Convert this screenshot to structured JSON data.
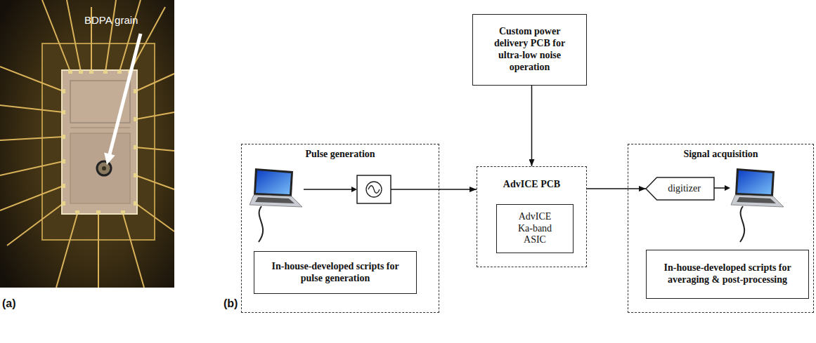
{
  "diagram": {
    "nodes": [
      {
        "text": [
          "Pulse generation"
        ]
      },
      {
        "text": [
          "In-house-developed scripts for pulse generation"
        ],
        "in": 0
      },
      {
        "text": [
          "Custom power delivery PCB for ultra-low noise operation"
        ]
      },
      {
        "text": [
          "AdvICE PCB"
        ]
      },
      {
        "text": [
          "AdvICE Ka-band ASIC"
        ],
        "in": 3
      },
      {
        "text": [
          "Signal acquisition"
        ]
      },
      {
        "text": [
          "digitizer"
        ],
        "in": 5
      },
      {
        "text": [
          "In-house-developed scripts for averaging & post-processing"
        ],
        "in": 5
      }
    ],
    "edges": [
      {
        "from": 0,
        "to": 3,
        "arrow": "to"
      },
      {
        "from": 2,
        "to": 3,
        "arrow": "to"
      },
      {
        "from": 3,
        "to": 6,
        "arrow": "to"
      }
    ],
    "labels": [
      "BDPA grain",
      "(a)",
      "(b)"
    ]
  }
}
